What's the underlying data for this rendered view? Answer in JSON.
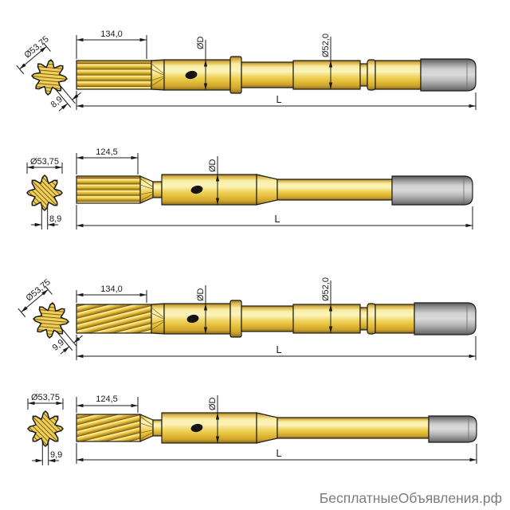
{
  "watermark": "БесплатныеОбъявления.рф",
  "colors": {
    "body_yellow": "#F0D45C",
    "body_highlight": "#FBF3BD",
    "body_shadow": "#9B7A1A",
    "thread_steel_light": "#DADADA",
    "thread_steel_dark": "#5F5F5F",
    "outline": "#1B1B1B",
    "watermark_gray": "#7C7C7C"
  },
  "drawings": [
    {
      "variant": "shank-with-stop-collar-straight-splines",
      "cross_section": {
        "diameter": "Ø53,75",
        "spline_width": "8,9"
      },
      "dims": {
        "spline_length": "134,0",
        "head_diameter": "ØD",
        "body_diameter": "Ø52,0",
        "length": "L"
      }
    },
    {
      "variant": "shank-plain-straight-splines",
      "cross_section": {
        "diameter": "Ø53,75",
        "spline_width": "8,9"
      },
      "dims": {
        "spline_length": "124,5",
        "head_diameter": "ØD",
        "length": "L"
      }
    },
    {
      "variant": "shank-with-stop-collar-helical-splines",
      "cross_section": {
        "diameter": "Ø53,75",
        "spline_width": "9,9"
      },
      "dims": {
        "spline_length": "134,0",
        "head_diameter": "ØD",
        "body_diameter": "Ø52,0",
        "length": "L"
      }
    },
    {
      "variant": "shank-plain-helical-splines",
      "cross_section": {
        "diameter": "Ø53,75",
        "spline_width": "9,9"
      },
      "dims": {
        "spline_length": "124,5",
        "head_diameter": "ØD",
        "length": "L"
      }
    }
  ]
}
